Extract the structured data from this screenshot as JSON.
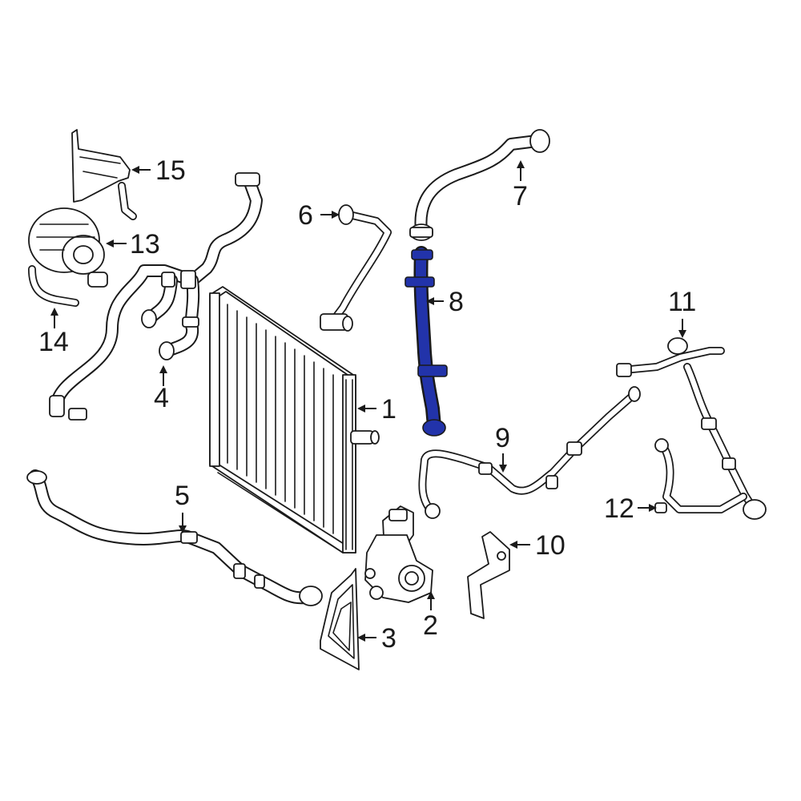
{
  "diagram": {
    "highlight_color": "#2233aa",
    "line_color": "#1a1a1a",
    "background": "#ffffff",
    "highlighted_part": "8",
    "callouts": [
      "1",
      "2",
      "3",
      "4",
      "5",
      "6",
      "7",
      "8",
      "9",
      "10",
      "11",
      "12",
      "13",
      "14",
      "15"
    ]
  }
}
